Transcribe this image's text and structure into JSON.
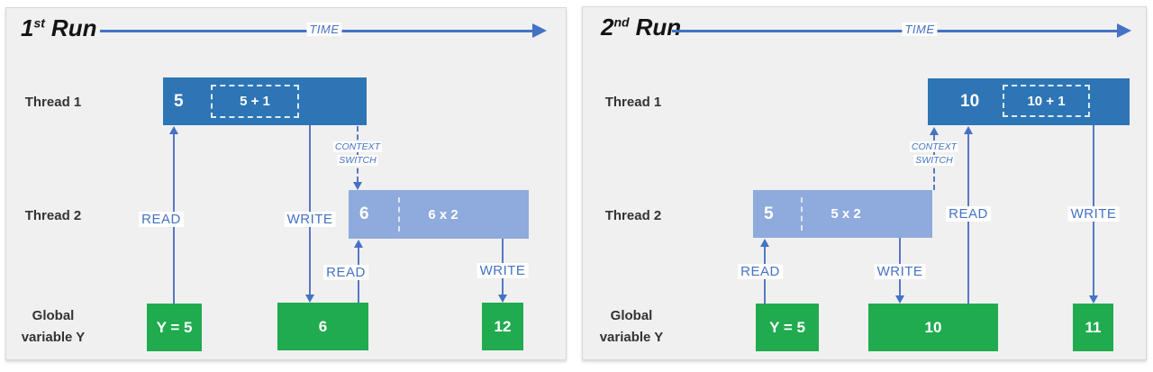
{
  "colors": {
    "thread1_box": "#2E75B6",
    "thread2_box": "#8FAADC",
    "global_box_green": "#21AB4F",
    "arrow_blue": "#4472C4",
    "panel_background": "#F0F0F0"
  },
  "panels": [
    {
      "title": {
        "number": "1",
        "ordinal": "st",
        "word": "Run"
      },
      "time_label": "TIME",
      "thread1_label": "Thread 1",
      "thread2_label": "Thread 2",
      "global_label_line1": "Global",
      "global_label_line2": "variable Y",
      "thread1_box": {
        "value": "5",
        "operation": "5 + 1"
      },
      "thread2_box": {
        "value": "6",
        "operation": "6 x 2"
      },
      "context_switch": {
        "line1": "CONTEXT",
        "line2": "SWITCH"
      },
      "arrow_labels": {
        "read1": "READ",
        "write1": "WRITE",
        "read2": "READ",
        "write2": "WRITE"
      },
      "global_boxes": [
        "Y = 5",
        "6",
        "12"
      ]
    },
    {
      "title": {
        "number": "2",
        "ordinal": "nd",
        "word": "Run"
      },
      "time_label": "TIME",
      "thread1_label": "Thread 1",
      "thread2_label": "Thread 2",
      "global_label_line1": "Global",
      "global_label_line2": "variable Y",
      "thread1_box": {
        "value": "10",
        "operation": "10 + 1"
      },
      "thread2_box": {
        "value": "5",
        "operation": "5 x 2"
      },
      "context_switch": {
        "line1": "CONTEXT",
        "line2": "SWITCH"
      },
      "arrow_labels": {
        "read1": "READ",
        "write1": "WRITE",
        "read2": "READ",
        "write2": "WRITE"
      },
      "global_boxes": [
        "Y = 5",
        "10",
        "11"
      ]
    }
  ]
}
